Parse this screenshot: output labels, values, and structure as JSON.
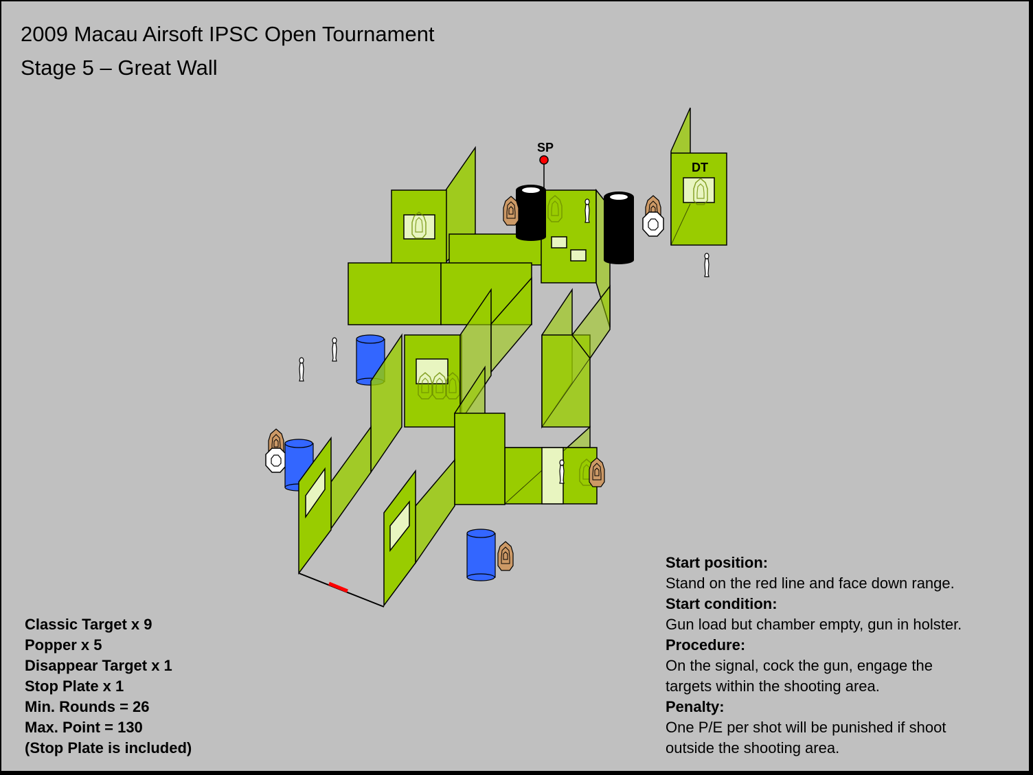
{
  "header": {
    "title": "2009 Macau Airsoft IPSC Open Tournament",
    "subtitle": "Stage 5 – Great Wall"
  },
  "diagram": {
    "start_point_label": "SP",
    "disappear_target_label": "DT",
    "colors": {
      "background": "#c0c0c0",
      "wall": "#99cc00",
      "wall_translucent": "#99cc00",
      "window": "#e8f5c0",
      "barrel": "#3366ff",
      "tire": "#000000",
      "target": "#cc9966",
      "no_shoot": "#ffffff",
      "start_line": "#ff0000"
    }
  },
  "summary": {
    "lines": [
      "Classic Target x 9",
      "Popper x 5",
      "Disappear Target x 1",
      "Stop Plate x 1",
      "Min. Rounds = 26",
      "Max. Point = 130",
      "(Stop Plate is included)"
    ]
  },
  "briefing": {
    "start_position_heading": "Start position:",
    "start_position_text": "Stand on the red line and face down range.",
    "start_condition_heading": "Start condition:",
    "start_condition_text": "Gun load but chamber empty, gun in holster.",
    "procedure_heading": "Procedure:",
    "procedure_text_1": "On the signal, cock the gun, engage the",
    "procedure_text_2": "targets within the shooting area.",
    "penalty_heading": "Penalty:",
    "penalty_text_1": "One P/E per shot will be punished if shoot",
    "penalty_text_2": "outside the shooting area."
  }
}
